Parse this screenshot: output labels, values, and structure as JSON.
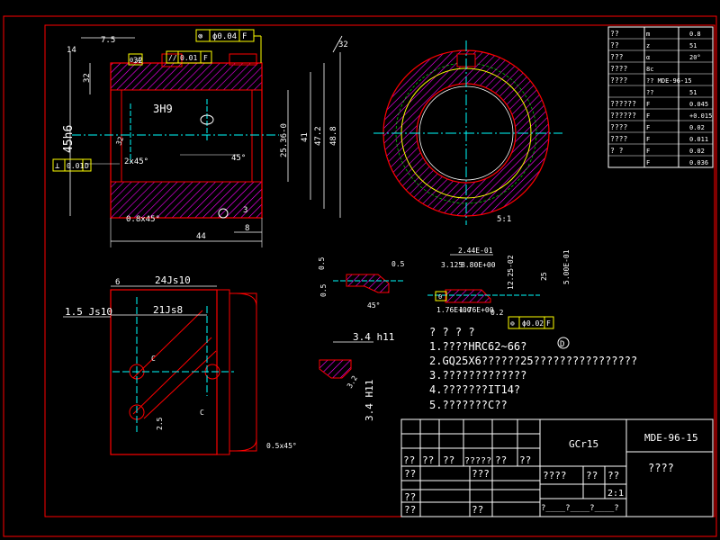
{
  "colors": {
    "background": "#000000",
    "border": "#ff0000",
    "outline": "#ffffff",
    "hatch": "#ff00ff",
    "center": "#00ffff",
    "dim": "#ffffff",
    "yellow": "#ffff00",
    "green": "#00ff00"
  },
  "main_view": {
    "dims": {
      "d14": "14",
      "d75": "7.5",
      "d32a": "32",
      "d32b": "32",
      "d45h6": "45h6",
      "d3h9": "3H9",
      "d2536": "25.36-0",
      "d41": "41",
      "d472": "47.2",
      "d488": "48.8",
      "d45deg": "45°",
      "d2x45": "2x45°",
      "d44": "44",
      "d8": "8",
      "d08x45": "0.8x45°",
      "d3": "3",
      "d32c": "32",
      "d32r": "32"
    },
    "frame_top": {
      "symbol": "⊚",
      "value": "ϕ0.04",
      "ref": "F"
    },
    "frame_top2": {
      "symbol": "//",
      "value": "0.01",
      "ref": "F"
    },
    "frame_left": {
      "symbol": "⊥",
      "value": "0.01",
      "ref": "D"
    },
    "frame_small": {
      "value": "0.4"
    }
  },
  "ring_view": {
    "scale": "5:1"
  },
  "bottom_view": {
    "dims": {
      "d24js10": "24Js10",
      "d6": "6",
      "d15js10": "1.5 Js10",
      "d21js8": "21Js8",
      "d25": "2.5",
      "d05x45": "0.5x45°",
      "c1": "C",
      "c2": "C"
    }
  },
  "section_view": {
    "dims": {
      "d05a": "0.5",
      "d05b": "0.5",
      "d05c": "0.5",
      "d45deg": "45°",
      "d34h11a": "3.4 h11",
      "d34h11b": "3.4 H11",
      "d32": "3.2"
    }
  },
  "detail_view": {
    "dims": {
      "d244": "2.44E-01",
      "d3125": "3.125",
      "d8": "8.80E+00",
      "d125": "12.25-02",
      "d25": "25",
      "d500": "5.00E-01",
      "d176a": "1.76E+00",
      "d176b": "1.76E+00",
      "d02": "0.2",
      "d0": "0"
    },
    "frame": {
      "symbol": "⊚",
      "value": "ϕ0.02",
      "ref": "F"
    },
    "datum": "D"
  },
  "notes": {
    "title": "? ? ? ?",
    "lines": [
      "1.????HRC62~66?",
      "2.GQ25X6??????25????????????????",
      "3.?????????????",
      "4.???????IT14?",
      "5.???????C??"
    ]
  },
  "param_table": {
    "rows": [
      [
        "??",
        "m",
        "0.8"
      ],
      [
        "??",
        "z",
        "51"
      ],
      [
        "???",
        "α",
        "20°"
      ],
      [
        "????",
        "8c",
        ""
      ],
      [
        "????",
        "??  MDE-96-15",
        ""
      ],
      [
        "",
        "??",
        "51"
      ],
      [
        "??????",
        "F",
        "0.045"
      ],
      [
        "??????",
        "F",
        "+0.015"
      ],
      [
        "????",
        "F",
        "0.02"
      ],
      [
        "????",
        "F",
        "0.011"
      ],
      [
        "? ?",
        "F",
        "0.02"
      ],
      [
        "",
        "F",
        "0.036"
      ]
    ]
  },
  "title_block": {
    "material": "GCr15",
    "drawing_no": "MDE-96-15",
    "part_name": "????",
    "row1": [
      "??",
      "??",
      "??",
      "?????",
      "??",
      "??"
    ],
    "row2_left": "??",
    "row2_mid": "???",
    "row2_right": [
      "????",
      "??",
      "??"
    ],
    "scale": "2:1",
    "row3_left": "??",
    "row4_left": "??",
    "row4_mid": "??",
    "footer": "?____?____?____?"
  }
}
